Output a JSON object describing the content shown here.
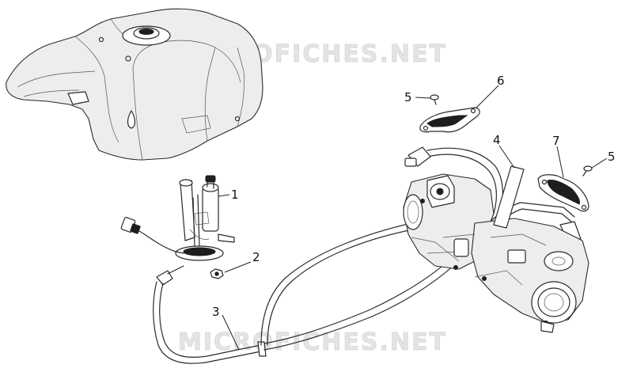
{
  "watermark": {
    "top_text": "MICROFICHES.NET",
    "bottom_text": "MICROFICHES.NET"
  },
  "callouts": [
    {
      "id": "1",
      "label": "1"
    },
    {
      "id": "2",
      "label": "2"
    },
    {
      "id": "3",
      "label": "3"
    },
    {
      "id": "4",
      "label": "4"
    },
    {
      "id": "5a",
      "label": "5"
    },
    {
      "id": "5b",
      "label": "5"
    },
    {
      "id": "6",
      "label": "6"
    },
    {
      "id": "7",
      "label": "7"
    }
  ],
  "colors": {
    "line": "#2a2a2a",
    "watermark": "#e4e4e4",
    "background": "#ffffff"
  }
}
